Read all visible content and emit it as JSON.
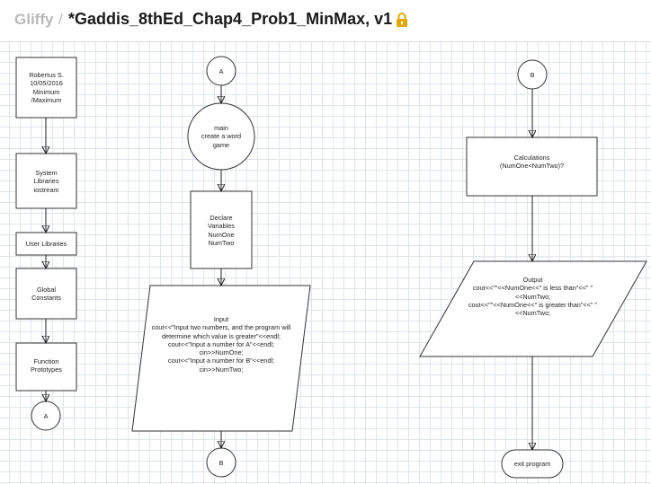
{
  "header": {
    "brand": "Gliffy",
    "separator": "/",
    "title": "*Gaddis_8thEd_Chap4_Prob1_MinMax, v1",
    "lock_icon": "lock-icon",
    "lock_color": "#e0a800"
  },
  "diagram": {
    "col1": {
      "author": "Robertus S.\n10/05/2016\nMinimum\n/Maximum",
      "system_libraries": "System\nLibraries\niostream",
      "user_libraries": "User Libraries",
      "global_constants": "Global\nConstants",
      "function_prototypes": "Function\nPrototypes",
      "connector_a": "A"
    },
    "col2": {
      "connector_a": "A",
      "main": "main\ncreate a word\ngame",
      "declare": "Declare\nVariables\nNumOne\nNumTwo",
      "input": "Input\ncout<<\"Input two numbers, and the program will\ndetermine which value is greater\"<<endl;\ncout<<\"Input a number for A\"<<endl;\ncin>>NumOne;\ncout<<\"Input a number for B\"<<endl;\ncin>>NumTwo;",
      "connector_b": "B"
    },
    "col3": {
      "connector_b": "B",
      "calculations": "Calculations\n(NumOne<NumTwo)?",
      "output": "Output\ncout<<\"\"<<NumOne<<\" is less than\"<<\" \"\n<<NumTwo;\ncout<<\"\"<<NumOne<<\" is greater than\"<<\" \"\n<<NumTwo;",
      "exit": "exit program"
    }
  }
}
